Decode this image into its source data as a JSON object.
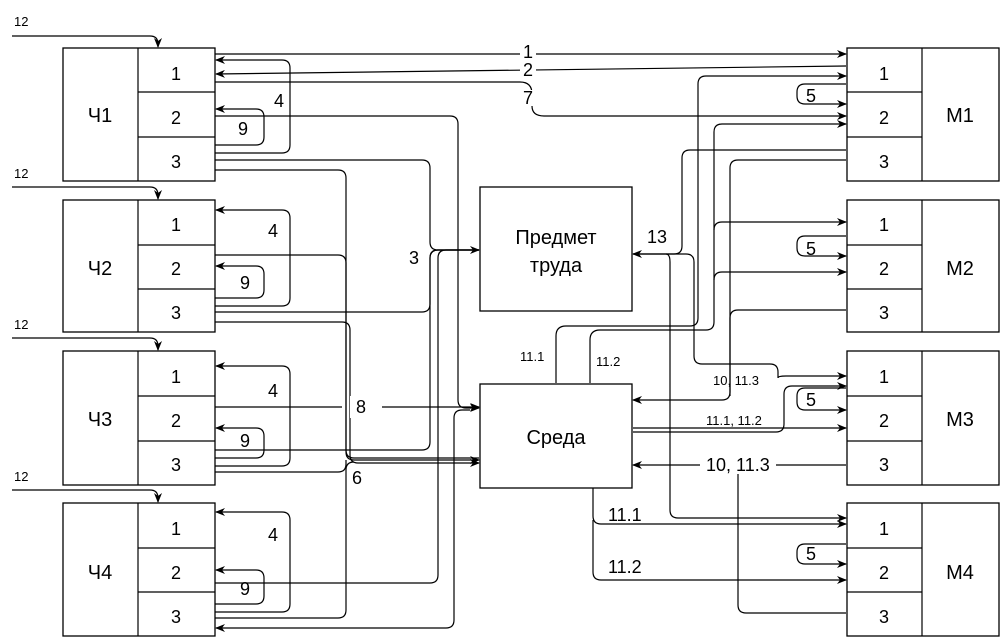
{
  "humans": [
    {
      "name": "Ч1",
      "rows": [
        "1",
        "2",
        "3"
      ]
    },
    {
      "name": "Ч2",
      "rows": [
        "1",
        "2",
        "3"
      ]
    },
    {
      "name": "Ч3",
      "rows": [
        "1",
        "2",
        "3"
      ]
    },
    {
      "name": "Ч4",
      "rows": [
        "1",
        "2",
        "3"
      ]
    }
  ],
  "machines": [
    {
      "name": "М1",
      "rows": [
        "1",
        "2",
        "3"
      ]
    },
    {
      "name": "М2",
      "rows": [
        "1",
        "2",
        "3"
      ]
    },
    {
      "name": "М3",
      "rows": [
        "1",
        "2",
        "3"
      ]
    },
    {
      "name": "М4",
      "rows": [
        "1",
        "2",
        "3"
      ]
    }
  ],
  "center": {
    "subject_line1": "Предмет",
    "subject_line2": "труда",
    "environment": "Среда"
  },
  "labels": {
    "input": "12",
    "loop4": "4",
    "loop9": "9",
    "loop5": "5",
    "l1": "1",
    "l2": "2",
    "l7": "7",
    "l3": "3",
    "l8": "8",
    "l6": "6",
    "l13": "13",
    "l11_1": "11.1",
    "l11_2": "11.2",
    "l10_113": "10, 11.3",
    "l11_1_11_2": "11.1, 11.2"
  }
}
